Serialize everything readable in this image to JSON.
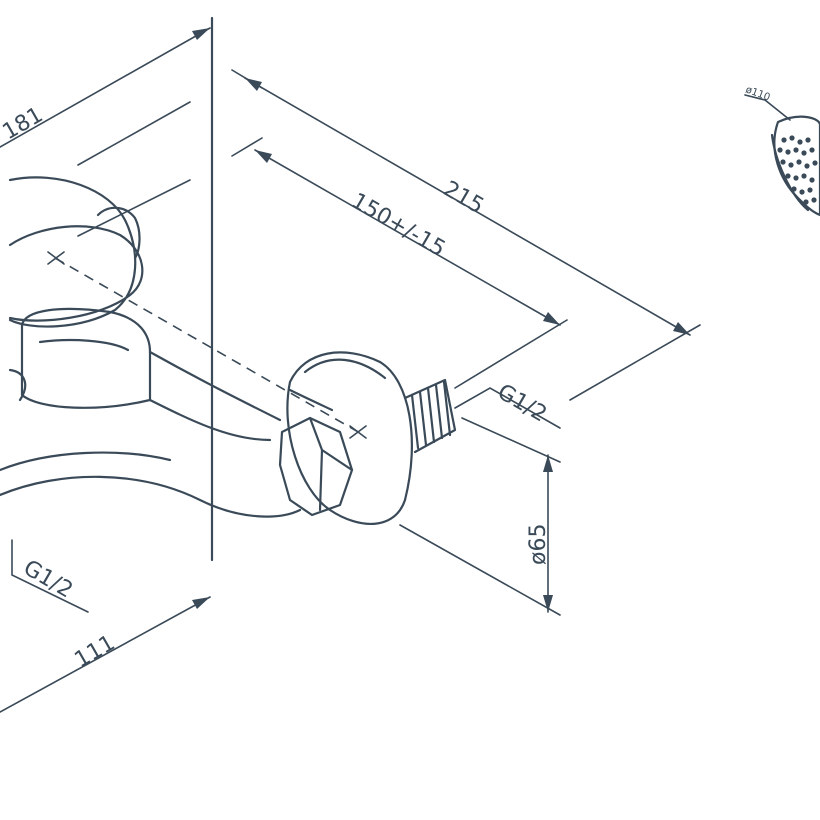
{
  "dimensions": {
    "total_length": "215",
    "center_distance": "150+/-15",
    "width_left": "181",
    "depth_bottom": "111",
    "flange_diameter": "ø65",
    "thread_right": "G1/2",
    "thread_bottom": "G1/2",
    "shower_head_diameter": "ø110"
  },
  "colors": {
    "line": "#3a4a58",
    "background": "#ffffff"
  }
}
